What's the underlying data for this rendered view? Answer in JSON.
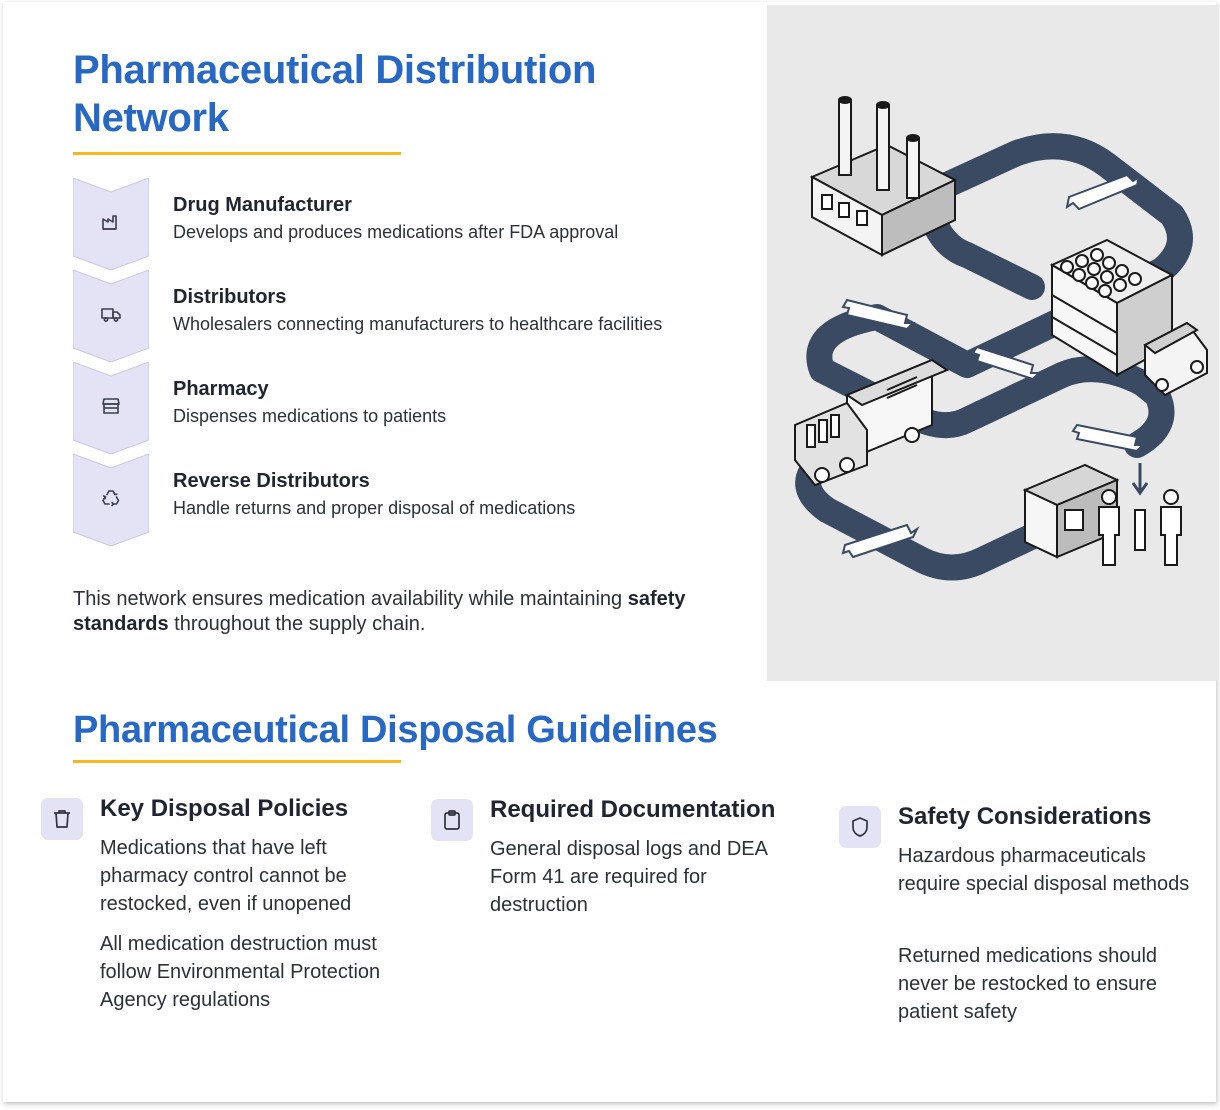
{
  "network": {
    "title": "Pharmaceutical Distribution Network",
    "steps": [
      {
        "icon": "factory-icon",
        "title": "Drug Manufacturer",
        "desc": "Develops and produces medications after FDA approval"
      },
      {
        "icon": "truck-icon",
        "title": "Distributors",
        "desc": "Wholesalers connecting manufacturers to healthcare facilities"
      },
      {
        "icon": "store-icon",
        "title": "Pharmacy",
        "desc": "Dispenses medications to patients"
      },
      {
        "icon": "recycle-icon",
        "title": "Reverse Distributors",
        "desc": "Handle returns and proper disposal of medications"
      }
    ],
    "note_before": "This network ensures medication availability while maintaining ",
    "note_bold": "safety standards",
    "note_after": " throughout the supply chain."
  },
  "disposal": {
    "title": "Pharmaceutical Disposal Guidelines",
    "columns": [
      {
        "icon": "trash-icon",
        "title": "Key Disposal Policies",
        "paras": [
          "Medications that have left pharmacy control cannot be restocked, even if unopened",
          "All medication destruction must follow Environmental Protection Agency regulations"
        ]
      },
      {
        "icon": "clipboard-icon",
        "title": "Required Documentation",
        "paras": [
          "General disposal logs and DEA Form 41 are required for destruction"
        ]
      },
      {
        "icon": "shield-icon",
        "title": "Safety Considerations",
        "paras": [
          "Hazardous pharmaceuticals require special disposal methods",
          "Returned medications should never be restocked to ensure patient safety"
        ]
      }
    ]
  },
  "colors": {
    "accent": "#2668c4",
    "underline": "#f5b820",
    "chevron": "#e4e2f5",
    "path": "#3a4a63"
  }
}
